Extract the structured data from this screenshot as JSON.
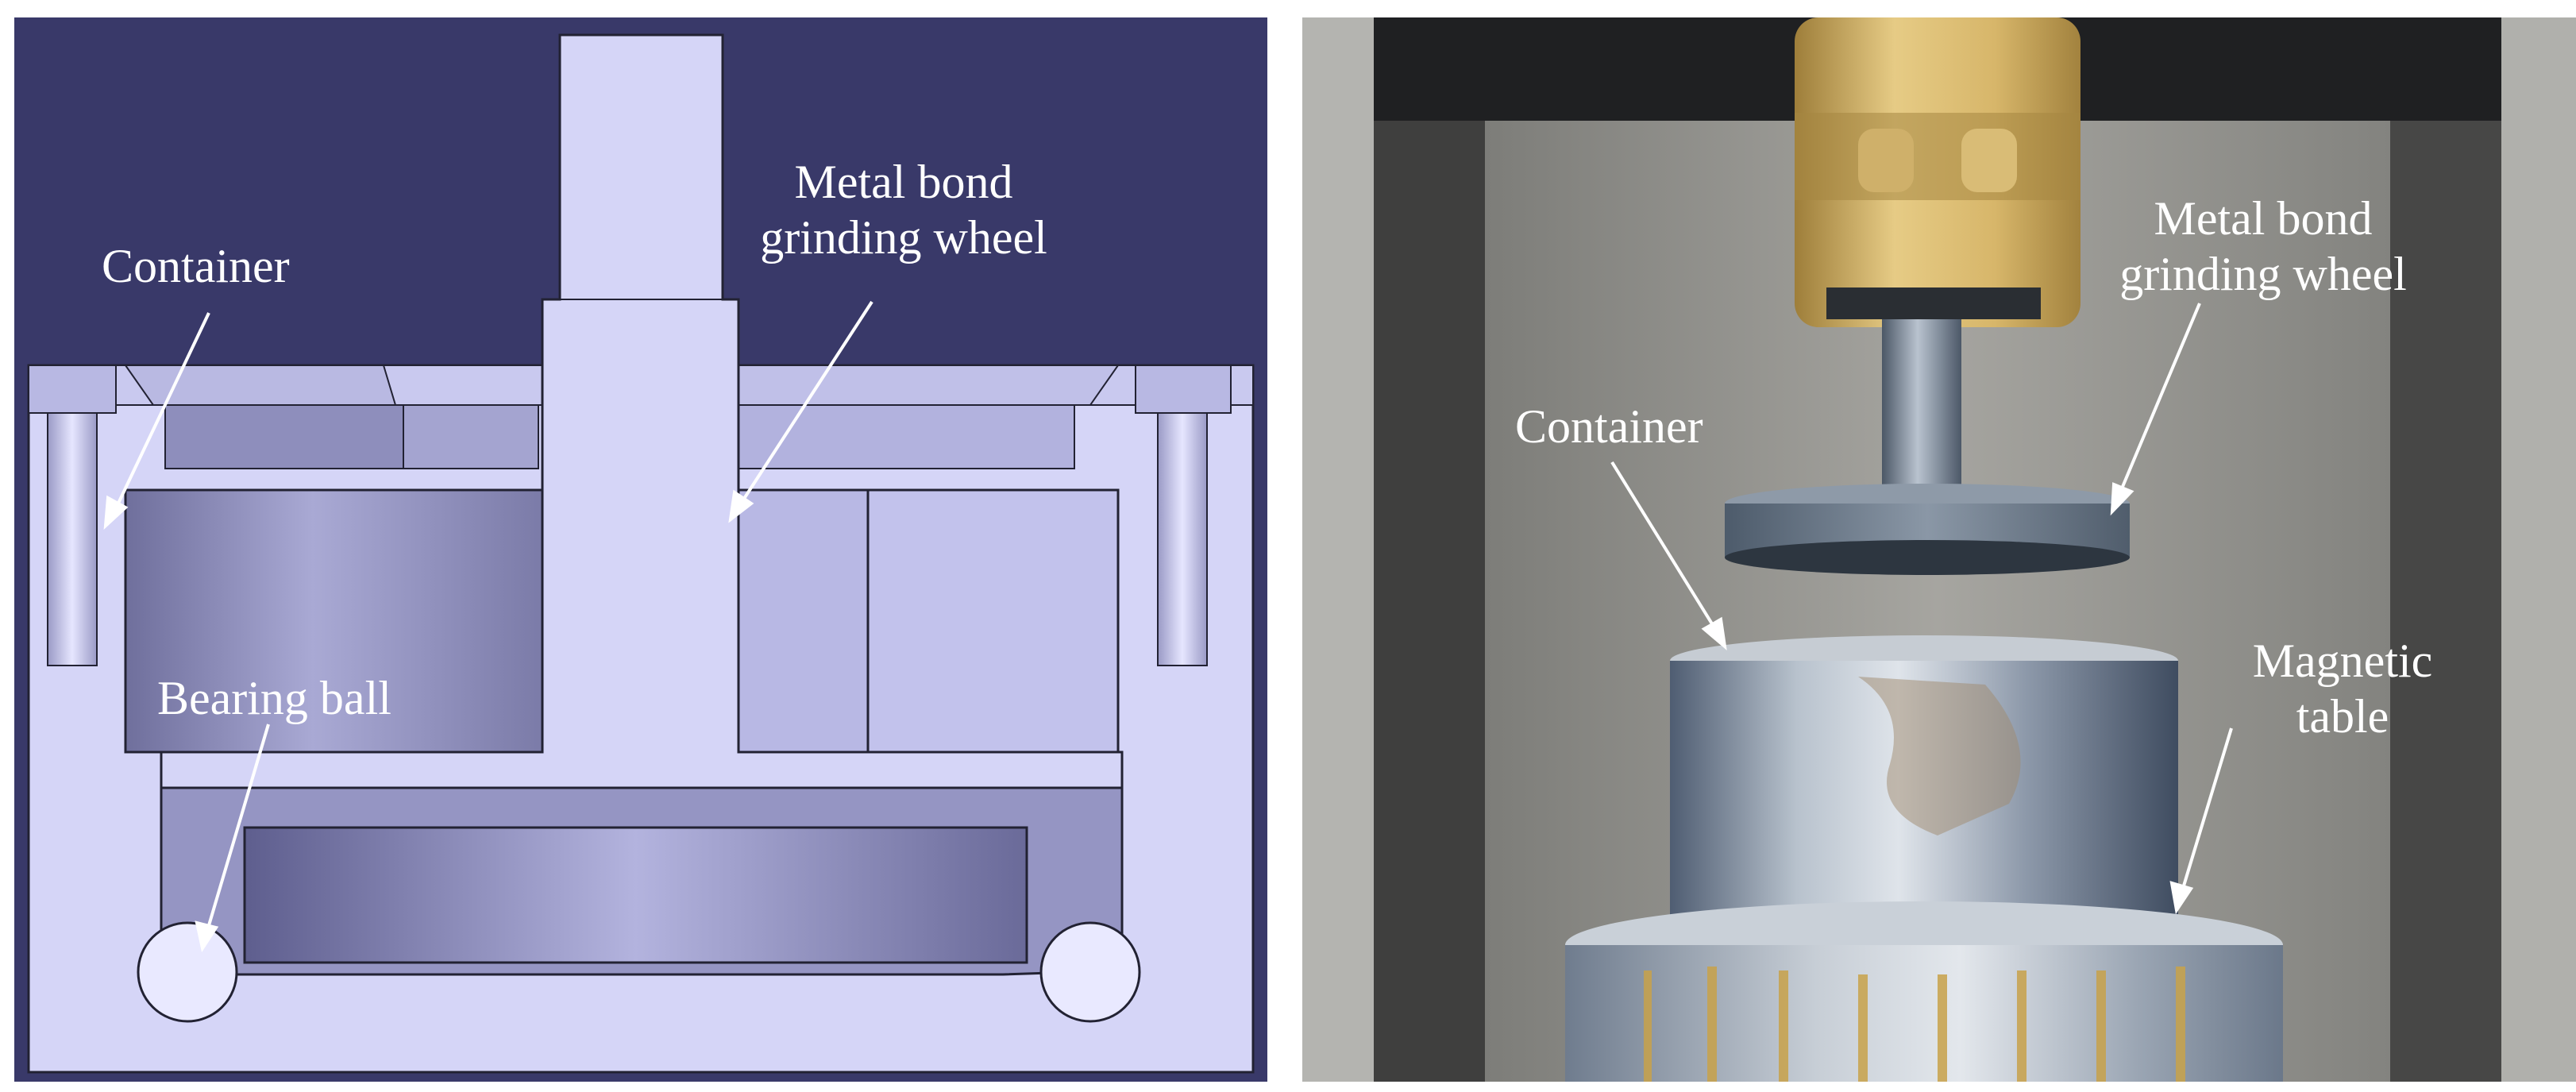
{
  "cad_panel": {
    "labels": {
      "container": "Container",
      "wheel_line1": "Metal bond",
      "wheel_line2": "grinding wheel",
      "bearing_ball": "Bearing ball"
    },
    "colors": {
      "background": "#393969",
      "part_fill": "#d5d5f7",
      "edge": "#222233",
      "label": "#ffffff"
    }
  },
  "photo_panel": {
    "labels": {
      "wheel_line1": "Metal bond",
      "wheel_line2": "grinding wheel",
      "container": "Container",
      "table_line1": "Magnetic",
      "table_line2": "table"
    },
    "colors": {
      "label": "#ffffff",
      "chuck": "#d8b86a",
      "steel": "#8d99a8",
      "stripe": "#c8a24a"
    }
  }
}
